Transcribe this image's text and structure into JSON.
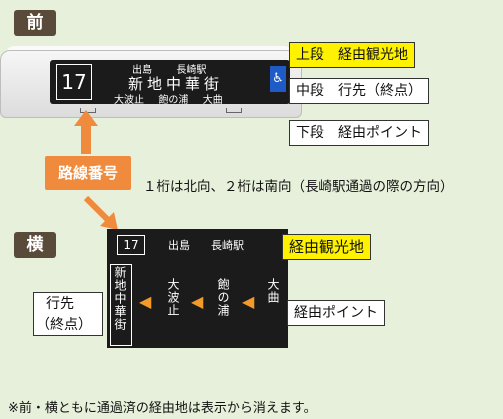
{
  "front": {
    "tag": "前",
    "display": {
      "route_number": "17",
      "top_line": [
        "出島",
        "長崎駅"
      ],
      "middle_line": "新地中華街",
      "bottom_line": [
        "大波止",
        "飽の浦",
        "大曲"
      ],
      "wheelchair_icon": "wheelchair-icon"
    },
    "callouts": {
      "upper": "上段　経由観光地",
      "middle": "中段　行先（終点）",
      "lower": "下段　経由ポイント"
    }
  },
  "route_label": "路線番号",
  "route_note": "１桁は北向、２桁は南向（長崎駅通過の際の方向）",
  "side": {
    "tag": "横",
    "display": {
      "route_number": "17",
      "top_line": [
        "出島",
        "長崎駅"
      ],
      "columns": [
        {
          "text": "新地中華街"
        },
        {
          "text": "大波止"
        },
        {
          "text": "飽の浦"
        },
        {
          "text": "大曲"
        }
      ]
    },
    "callouts": {
      "sightseeing": "経由観光地",
      "destination_line1": "行先",
      "destination_line2": "（終点）",
      "via_points": "経由ポイント"
    }
  },
  "footnote": "※前・横ともに通過済の経由地は表示から消えます。",
  "colors": {
    "background": "#e6f0da",
    "tag": "#5a4a3a",
    "highlight": "#fff200",
    "route_label": "#f08a3c",
    "arrow": "#f39a2a",
    "display": "#1b1b1b"
  }
}
